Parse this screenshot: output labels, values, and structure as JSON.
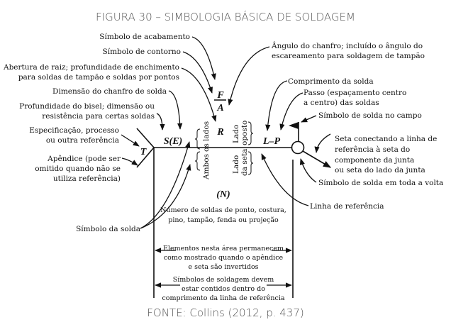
{
  "title": "FIGURA 30  – SIMBOLOGIA BÁSICA DE SOLDAGEM",
  "source": "FONTE: Collins (2012, p. 437)",
  "symbols": {
    "T": "T",
    "SE": "S(E)",
    "F": "F",
    "A": "A",
    "R": "R",
    "LP": "L–P",
    "N": "(N)"
  },
  "sides": {
    "both_a": "Ambos",
    "both_b": "os lados",
    "opp_a": "Lado",
    "opp_b": "oposto",
    "arrow_a": "Lado",
    "arrow_b": "da seta"
  },
  "left_labels": {
    "acabamento": "Símbolo de acabamento",
    "contorno": "Símbolo de contorno",
    "abertura_1": "Abertura de raiz; profundidade de enchimento",
    "abertura_2": "para soldas de tampão e soldas por pontos",
    "dim_chanfro": "Dimensão do chanfro de solda",
    "prof_1": "Profundidade do bisel; dimensão ou",
    "prof_2": "resistência para certas soldas",
    "espec_1": "Especificação, processo",
    "espec_2": "ou outra referência",
    "apend_1": "Apêndice (pode ser",
    "apend_2": "omitido quando não se",
    "apend_3": "utiliza referência)",
    "simb_solda": "Símbolo da solda"
  },
  "right_labels": {
    "angulo_1": "Ângulo do chanfro; incluído o ângulo do",
    "angulo_2": "escareamento para soldagem de tampão",
    "comprimento": "Comprimento da solda",
    "passo_1": "Passo (espaçamento centro",
    "passo_2": "a centro) das soldas",
    "campo": "Símbolo de solda no campo",
    "seta_1": "Seta conectando a linha de",
    "seta_2": "referência à seta do",
    "seta_3": "componente da junta",
    "seta_4": "ou seta do lado da junta",
    "volta": "Símbolo de solda em toda a volta",
    "linha_ref": "Linha de referência"
  },
  "bottom_notes": {
    "num_1": "Número de soldas de ponto, costura,",
    "num_2": "pino, tampão, fenda ou projeção",
    "elem_1": "Elementos nesta área permanecem",
    "elem_2": "como mostrado quando o apêndice",
    "elem_3": "e seta são invertidos",
    "simb_1": "Símbolos de soldagem devem",
    "simb_2": "estar contidos dentro do",
    "simb_3": "comprimento da linha de referência"
  }
}
